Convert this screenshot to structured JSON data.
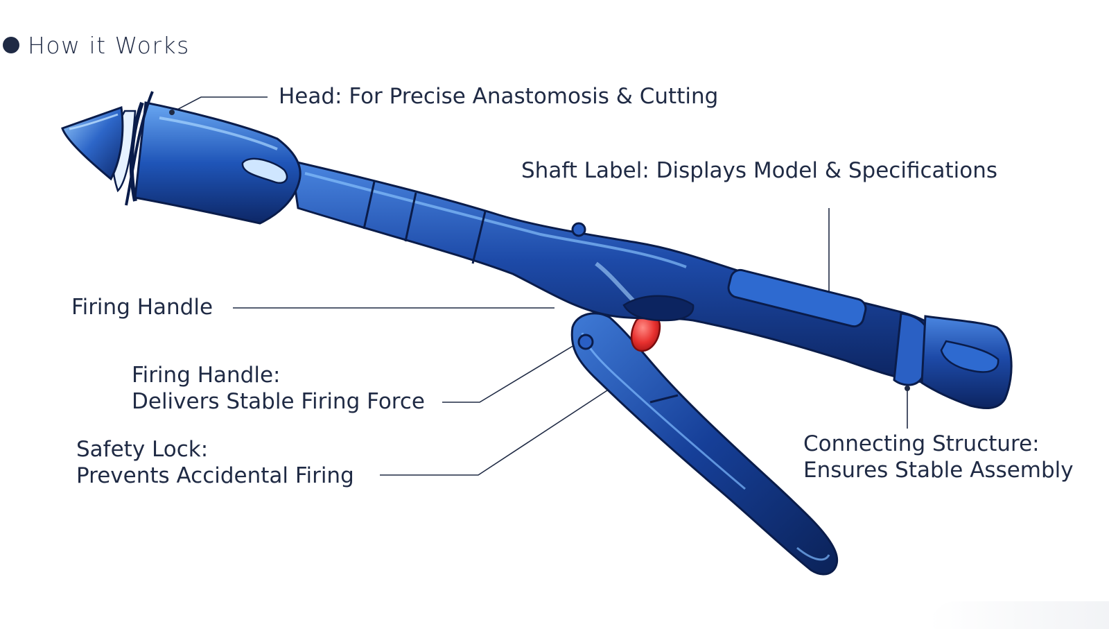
{
  "header": {
    "title": "How it Works"
  },
  "labels": {
    "head": "Head: For Precise Anastomosis & Cutting",
    "shaft": "Shaft Label: Displays Model & Specifications",
    "firing_handle": "Firing Handle",
    "firing_handle_force": {
      "line1": "Firing Handle:",
      "line2": "Delivers Stable Firing Force"
    },
    "safety_lock": {
      "line1": "Safety Lock:",
      "line2": "Prevents Accidental Firing"
    },
    "connecting_structure": {
      "line1": "Connecting Structure:",
      "line2": "Ensures Stable Assembly"
    }
  },
  "colors": {
    "text": "#1f2a44",
    "body_dark": "#0f2a6b",
    "body_mid": "#1f4fb0",
    "highlight": "#6fb6ff",
    "safety_lock": "#e8312f",
    "leader_line": "#1f2a44"
  },
  "icons": {
    "bullet": "filled-circle"
  }
}
